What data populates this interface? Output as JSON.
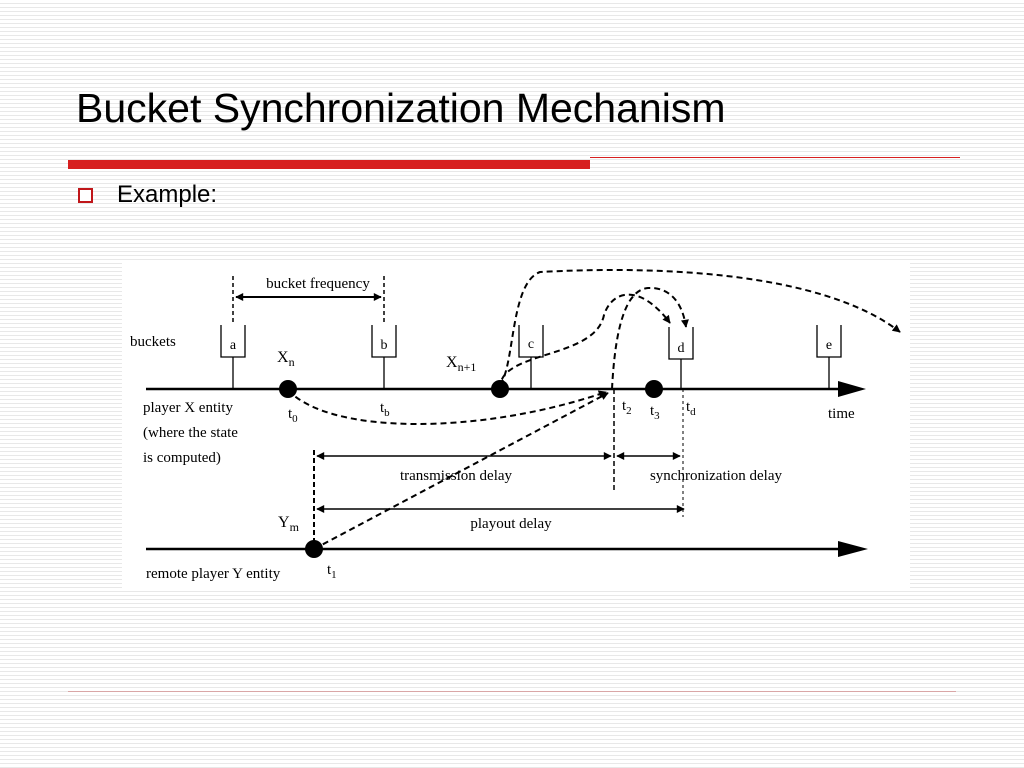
{
  "slide": {
    "title": "Bucket Synchronization Mechanism",
    "bullet": "Example:"
  },
  "diagram": {
    "buckets_label": "buckets",
    "bucket_frequency": "bucket frequency",
    "bucket_a": "a",
    "bucket_b": "b",
    "bucket_c": "c",
    "bucket_d": "d",
    "bucket_e": "e",
    "player_x_line1": "player X entity",
    "player_x_line2": "(where the state",
    "player_x_line3": "is computed)",
    "remote_player": "remote player Y entity",
    "time": "time",
    "xn_base": "X",
    "xn_sub": "n",
    "xn1_base": "X",
    "xn1_sub": "n+1",
    "ym_base": "Y",
    "ym_sub": "m",
    "t0_base": "t",
    "t0_sub": "0",
    "tb_base": "t",
    "tb_sub": "b",
    "t1_base": "t",
    "t1_sub": "1",
    "t2_base": "t",
    "t2_sub": "2",
    "t3_base": "t",
    "t3_sub": "3",
    "td_base": "t",
    "td_sub": "d",
    "transmission_delay": "transmission delay",
    "synchronization_delay": "synchronization delay",
    "playout_delay": "playout delay"
  }
}
